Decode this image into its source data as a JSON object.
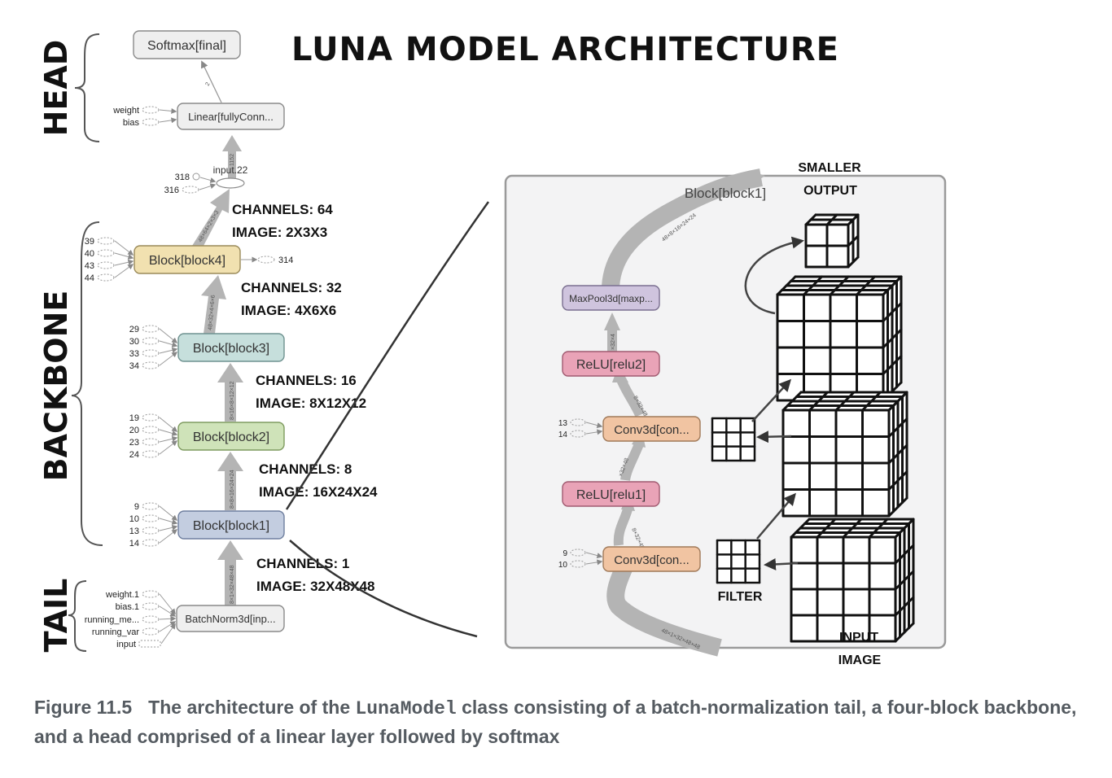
{
  "title": "LUNA MODEL ARCHITECTURE",
  "sections": {
    "head": "HEAD",
    "backbone": "BACKBONE",
    "tail": "TAIL"
  },
  "nodes": {
    "softmax": "Softmax[final]",
    "linear": "Linear[fullyConn...",
    "input22": "input.22",
    "block4": "Block[block4]",
    "block3": "Block[block3]",
    "block2": "Block[block2]",
    "block1": "Block[block1]",
    "batchnorm": "BatchNorm3d[inp..."
  },
  "edge_labels": {
    "softmax_in": "2",
    "linear_in": "1152",
    "block4_out": "48×64×2×3×3",
    "block3_out": "48×32×4×6×6",
    "block2_out": "8×16×8×12×12",
    "block1_out": "8×8×16×24×24",
    "batchnorm_out": "8×1×32×48×48"
  },
  "params": {
    "linear": [
      "weight",
      "bias"
    ],
    "input22": [
      "318",
      "316"
    ],
    "block4": [
      "39",
      "40",
      "43",
      "44"
    ],
    "block4_out": "314",
    "block3": [
      "29",
      "30",
      "33",
      "34"
    ],
    "block2": [
      "19",
      "20",
      "23",
      "24"
    ],
    "block1": [
      "9",
      "10",
      "13",
      "14"
    ],
    "batchnorm": [
      "weight.1",
      "bias.1",
      "running_me...",
      "running_var",
      "input"
    ]
  },
  "annotations": [
    {
      "channels": "CHANNELS: 64",
      "image": "IMAGE: 2X3X3"
    },
    {
      "channels": "CHANNELS: 32",
      "image": "IMAGE: 4X6X6"
    },
    {
      "channels": "CHANNELS: 16",
      "image": "IMAGE: 8X12X12"
    },
    {
      "channels": "CHANNELS: 8",
      "image": "IMAGE: 16X24X24"
    },
    {
      "channels": "CHANNELS: 1",
      "image": "IMAGE: 32X48X48"
    }
  ],
  "detail": {
    "title": "Block[block1]",
    "nodes": {
      "maxpool": "MaxPool3d[maxp...",
      "relu2": "ReLU[relu2]",
      "conv2": "Conv3d[con...",
      "relu1": "ReLU[relu1]",
      "conv1": "Conv3d[con..."
    },
    "conv2_params": [
      "13",
      "14"
    ],
    "conv1_params": [
      "9",
      "10"
    ],
    "edge_labels": {
      "in": "48×1×32×48×48",
      "out": "48×8×16×24×24",
      "maxpool_in": "×32×4",
      "relu2_in": "8×32×48",
      "relu1_in": "×32×48",
      "conv1_out": "8×32×48"
    },
    "labels": {
      "smaller_output_1": "SMALLER",
      "smaller_output_2": "OUTPUT",
      "filter": "FILTER",
      "input_image_1": "INPUT",
      "input_image_2": "IMAGE"
    }
  },
  "caption": {
    "number": "Figure 11.5",
    "text_before": "The architecture of the ",
    "code": "LunaModel",
    "text_after": " class consisting of a batch-normalization tail, a four-block backbone, and a head comprised of a linear layer followed by softmax"
  },
  "colors": {
    "block4": "#f1e1b0",
    "block3": "#c6dfdc",
    "block2": "#cfe3b9",
    "block1": "#c3cde0",
    "plain": "#efefef",
    "maxpool": "#cfc4de",
    "relu": "#e9a3b7",
    "conv": "#f1c4a2",
    "arrow": "#b4b4b4",
    "panel": "#f3f3f4"
  }
}
